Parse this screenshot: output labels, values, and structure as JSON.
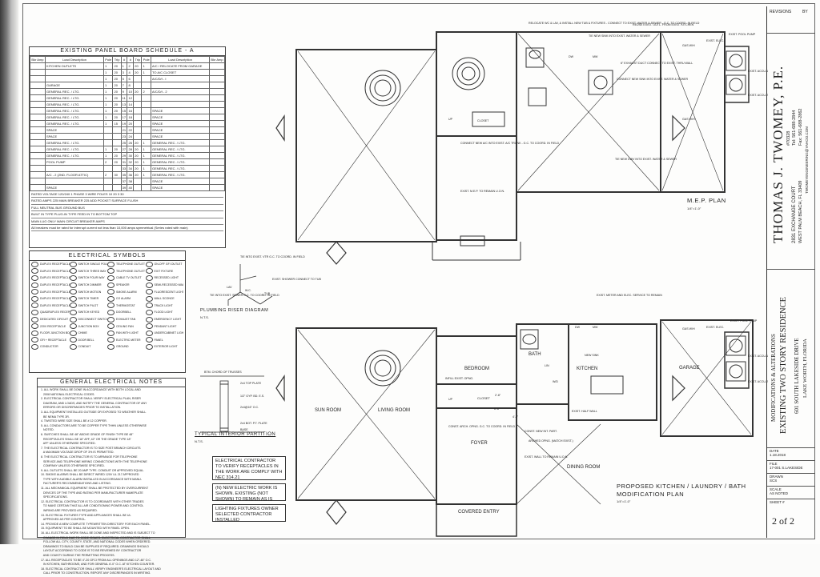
{
  "panel": {
    "title": "EXISTING PANEL BOARD SCHEDULE - A",
    "headers": [
      "Bkr Amp",
      "Load Description",
      "Pole",
      "Trip",
      "#",
      "#",
      "Trip",
      "Pole",
      "Load Description",
      "Bkr Amp"
    ],
    "rows": [
      [
        "",
        "KITCHEN OUTLETS",
        "1",
        "20",
        "1",
        "2",
        "20",
        "1",
        "A/C / RELOCATE FROM GARAGE",
        ""
      ],
      [
        "",
        "",
        "1",
        "20",
        "3",
        "4",
        "20",
        "1",
        "TO A/C CLOSET",
        ""
      ],
      [
        "",
        "",
        "1",
        "20",
        "5",
        "6",
        "",
        "",
        "A/C/D/I - I",
        ""
      ],
      [
        "",
        "GARAGE",
        "1",
        "20",
        "7",
        "8",
        "",
        "",
        "",
        ""
      ],
      [
        "",
        "GENERAL REC. / LTG.",
        "1",
        "20",
        "9",
        "10",
        "20",
        "2",
        "A/C/D/I - 2",
        ""
      ],
      [
        "",
        "GENERAL REC. / LTG.",
        "1",
        "20",
        "11",
        "12",
        "",
        "",
        "",
        ""
      ],
      [
        "",
        "GENERAL REC. / LTG.",
        "1",
        "20",
        "13",
        "14",
        "",
        "",
        "",
        ""
      ],
      [
        "",
        "GENERAL REC. / LTG.",
        "1",
        "20",
        "15",
        "16",
        "",
        "",
        "SPACE",
        ""
      ],
      [
        "",
        "GENERAL REC. / LTG.",
        "1",
        "20",
        "17",
        "18",
        "",
        "",
        "SPACE",
        ""
      ],
      [
        "",
        "GENERAL REC. / LTG.",
        "1",
        "15",
        "19",
        "20",
        "",
        "",
        "SPACE",
        ""
      ],
      [
        "",
        "SPACE",
        "",
        "",
        "21",
        "22",
        "",
        "",
        "SPACE",
        ""
      ],
      [
        "",
        "SPACE",
        "",
        "",
        "23",
        "24",
        "",
        "",
        "SPACE",
        ""
      ],
      [
        "",
        "GENERAL REC. / LTG.",
        "",
        "",
        "25",
        "26",
        "20",
        "1",
        "GENERAL REC. / LTG.",
        ""
      ],
      [
        "",
        "GENERAL REC. / LTG.",
        "1",
        "20",
        "27",
        "28",
        "20",
        "1",
        "GENERAL REC. / LTG.",
        ""
      ],
      [
        "",
        "GENERAL REC. / LTG.",
        "1",
        "20",
        "29",
        "30",
        "20",
        "1",
        "GENERAL REC. / LTG.",
        ""
      ],
      [
        "",
        "POOL PUMP",
        "2",
        "20",
        "31",
        "32",
        "20",
        "1",
        "GENERAL REC. / LTG.",
        ""
      ],
      [
        "",
        "",
        "",
        "",
        "33",
        "34",
        "20",
        "1",
        "GENERAL REC. / LTG.",
        ""
      ],
      [
        "",
        "A/C - 2 (2ND. FLOOR ATTIC)",
        "2",
        "30",
        "35",
        "36",
        "20",
        "1",
        "GENERAL REC. / LTG.",
        ""
      ],
      [
        "",
        "",
        "",
        "",
        "37",
        "38",
        "",
        "",
        "SPACE",
        ""
      ],
      [
        "",
        "SPACE",
        "",
        "",
        "39",
        "40",
        "",
        "",
        "SPACE",
        ""
      ]
    ],
    "footer": [
      "RATED VOLTAGE  120/240   1 PHASE  3 WIRE   POLES  10  20  3  30",
      "RATED AMPS  225  MAIN BREAKER  225   ADD POCKET  SURFACE  FLUSH",
      "FULL NEUTRAL BUS   GROUND BUS",
      "BUILT IN TYPE   PLUG-IN TYPE   FEED IN TO   BOTTOM   TOP",
      "MAIN LUG ONLY   MAIN CIRCUIT BREAKER   AMPS",
      "All breakers must be rated for interrupt current not less than 10,000 amps symmetrical (Series rated with main)"
    ]
  },
  "symbols": {
    "title": "ELECTRICAL SYMBOLS",
    "items": [
      "DUPLEX RECEPTACLE",
      "SWITCH SINGLE POLE",
      "TELEPHONE OUTLET",
      "ON-OFF GFI OUTLET",
      "DUPLEX RECEPTACLE SPLIT WIRED",
      "SWITCH THREE WAY",
      "TELEPHONE OUTLET WALL",
      "EXIT FIXTURE",
      "DUPLEX RECEPTACLE GFI",
      "SWITCH FOUR WAY",
      "CABLE TV OUTLET",
      "RECESSED LIGHT",
      "DUPLEX RECEPTACLE AFCI",
      "SWITCH DIMMER",
      "SPEAKER",
      "SEMI-RECESSED WALL FIXTURE",
      "DUPLEX RECEPTACLE WEATHERPROOF",
      "SWITCH MOTION",
      "SMOKE ALARM",
      "FLUORESCENT LIGHT",
      "DUPLEX RECEPTACLE FLOOR",
      "SWITCH TIMER",
      "CO ALARM",
      "WALL SCONCE",
      "DUPLEX RECEPTACLE COUNTER",
      "SWITCH PILOT",
      "THERMOSTAT",
      "TRACK LIGHT",
      "QUADRUPLEX RECEPTACLE",
      "SWITCH KEYED",
      "DOORBELL",
      "FLOOD LIGHT",
      "DEDICATED CIRCUIT",
      "DISCONNECT SWITCH",
      "EXHAUST FAN",
      "EMERGENCY LIGHT",
      "220V RECEPTACLE",
      "JUNCTION BOX",
      "CEILING FAN",
      "PENDANT LIGHT",
      "FLOOR JUNCTION BOX",
      "CHIME",
      "FAN WITH LIGHT",
      "UNDERCABINET LIGHT",
      "GFI + RECEPTACLE",
      "DOOR BELL",
      "ELECTRIC METER",
      "PANEL",
      "CONDUCTOR",
      "CONDUIT",
      "GROUND",
      "EXTERIOR LIGHT"
    ]
  },
  "notes": {
    "title": "GENERAL ELECTRICAL NOTES",
    "lines": [
      "1. ALL WORK SHALL BE DONE IN ACCORDANCE WITH BOTH LOCAL AND",
      "   2008 NATIONAL ELECTRICAL CODES.",
      "2. ELECTRICAL CONTRACTOR SHALL VERIFY ELECTRICAL PLAN, RISER",
      "   DIAGRAM, AND LOADS, AND NOTIFY THE GENERAL CONTRACTOR OF ANY",
      "   ERRORS OR DISCREPANCIES PRIOR TO INSTALLATION.",
      "3. ALL EQUIPMENT INSTALLED OUTSIDE OR EXPOSED TO WEATHER SHALL",
      "   BE NEMA TYPE 3R.",
      "4. TWISTED WIRE SIZE SHALL BE # 12 COPPER.",
      "5. ALL CONDUCTORS ARE TO BE COPPER TYPE THHN UNLESS OTHERWISE",
      "   NOTED.",
      "6. SWITCHES SHALL BE 48\" ABOVE GRADE OF FINISH TYPE BE 48\"",
      "   RECEPTACLES SHALL BE 18\" AFF, 42\" OR THE GRADE TYPE 18\"",
      "   AFF UNLESS OTHERWISE SPECIFIED.",
      "7. THE ELECTRICAL CONTRACTOR IS TO SIZE POST BRANCH CIRCUITS",
      "   A MAXIMUM VOLTAGE DROP OF 3% IS PERMITTED.",
      "8. THE ELECTRICAL CONTRACTOR IS TO ARRANGE FOR TELEPHONE",
      "   SERVICE AND TELEPHONE WIRING CONNECTIONS WITH THE TELEPHONE",
      "   COMPANY UNLESS OTHERWISE SPECIFIED.",
      "9. ALL OUTLETS SHALL BE 20 AMP TYPE. CONDUIT OR APPROVED EQUAL.",
      "10. SMOKE ALARMS SHALL BE DIRECT WIRED 120V UL 217 APPROVED",
      "   TYPE WITH AUDIBLE ALARM INSTALLED IN ACCORDANCE WITH MANU-",
      "   FACTURER'S RECOMMENDATIONS AND LISTING.",
      "11. ALL MECHANICAL EQUIPMENT SHALL BE PROTECTED BY OVERCURRENT",
      "   DEVICES OF THE TYPE AND RATING PER MANUFACTURER NAMEPLATE",
      "   SPECIFICATIONS.",
      "12. ELECTRICAL CONTRACTOR IS TO COORDINATE WITH OTHER TRADES",
      "   TO MAKE CERTAIN THAT ALL AIR CONDITIONING POWER AND CONTROL",
      "   WIRING ARE PROVIDED AS REQUIRED.",
      "13. ELECTRICAL FIXTURES TYPE AND APPLIANCES SHALL BE UL",
      "   APPROVED AS PER CONTROL.",
      "14. PROVIDE A NEW COMPLETE TYPEWRITTEN DIRECTORY FOR EACH PANEL.",
      "15. EQUIPMENT TO BE SHALL BE MOUNTED WITH PANEL OPEN.",
      "16. ALL ELECTRICAL WORK SHALL BE DONE AND INSPECTED AND IS SUBJECT TO",
      "   CHANGE IN FIELD DUE TO CODE ISSUES. ELECTRICAL CONTRACTOR SHALL",
      "   FOLLOW ALL CITY, COUNTY, STATE, AND NATIONAL CODES WHEN ORDERED.",
      "   DRAWINGS TO BUILD CAN BE SUPPLIED IF REQUIRED. DRAWINGS SHOULD",
      "   LAYOUT ACCORDING TO CODE IS TO BE REVIEWED BY CONTRACTOR",
      "   AND COUNTY DURING THE PERMITTING PROCESS.",
      "17. ALL RECEPTACLES TO BE 4\"-20 GFCI FROM ALL OPENINGS AND 12\"-48\" O.C.",
      "   IN KITCHEN, BATHROOMS, AND FOR GENERAL 6'-0\" O.C. AT KITCHEN COUNTER.",
      "18. ELECTRICAL CONTRACTOR SHALL VERIFY ENGINEER'S ELECTRICAL LAYOUT AND",
      "   CALL PRIOR TO CONSTRUCTION. REPORT ANY DISCREPANCIES IN WRITING."
    ]
  },
  "riser": {
    "title": "PLUMBING RISER DIAGRAM",
    "scale": "N.T.S.",
    "labels": [
      "TIE INTO EXIST. VTR G.C. TO COORD. IN FIELD",
      "EXIST. SHOWER CONNECT TO TUB",
      "TIE INTO EXIST. SEWER G.C. TO COORD. IN FIELD",
      "LAV",
      "W.C.",
      "TUB"
    ]
  },
  "partition": {
    "title": "TYPICAL INTERIOR PARTITION",
    "scale": "N.T.S.",
    "labels": [
      "BTM. CHORD OF TRUSSES",
      "2x4 TOP PLATE",
      "1/2\" GYP. BD. E.S.",
      "2x4@16\" O.C.",
      "2x4 BOT. P.T. PLATE",
      "BASE"
    ]
  },
  "mep": {
    "title": "M.E.P. PLAN",
    "scale": "1/4\"=1'-0\"",
    "labels": [
      "RELOCATE WC & LAV, & INSTALL NEW TUB & FIXTURES - CONNECT TO EXIST. WATER & SEWER - G.C. TO COORD. IN FIELD",
      "TIE NEW SINK INTO EXIST. WATER & SEWER",
      "REUSE EXIST. OUTL. FROM EXIST. KITCHEN",
      "6\" EXHAUST DUCT CONNECT TO EXIST. THRU WALL",
      "CONNECT NEW SINK INTO EXIST. WATER & SEWER",
      "CONNECT NEW A/C INTO EXIST. A/C TRUNK - G.C. TO COORD. IN FIELD",
      "TIE NEW DWV INTO EXIST. WATER & SEWER",
      "EXIST. M.E.P. TO REMAIN U.O.N.",
      "CLOSET",
      "UP",
      "DW",
      "MW",
      "EXIST. POOL PUMP",
      "EXIST. ELEC.",
      "EXIST. ACCU-1",
      "EXIST. ACCU-2",
      "GAS W/H",
      "GAS W/H"
    ]
  },
  "proposed": {
    "title": "PROPOSED KITCHEN / LAUNDRY / BATH",
    "title2": "MODIFICATION PLAN",
    "scale": "1/4\"=1'-0\"",
    "rooms": {
      "bedroom": "BEDROOM",
      "bath": "BATH",
      "kitchen": "KITCHEN",
      "garage": "GARAGE",
      "sun_room": "SUN ROOM",
      "living_room": "LIVING ROOM",
      "foyer": "FOYER",
      "dining_room": "DINING ROOM",
      "covered_entry": "COVERED ENTRY",
      "closet": "CLOSET"
    },
    "labels": [
      "INFILL EXIST. OPNG.",
      "CONST. ARCH. OPNG. G.C. TO COORD. IN FIELD",
      "CONST. NEW INT. PART.",
      "ARCHED OPNG. (MATCH EXIST.)",
      "EXIST. WALL TO REMAIN U.O.N.",
      "EXIST. METER AND ELEC. SERVICE TO REMAIN",
      "EXIST. POOL PUMP",
      "EXIST. ELEC.",
      "EXIST. ACCU-1",
      "EXIST. ACCU-2",
      "GAS W/H",
      "NEW SINK",
      "DW",
      "MW",
      "W/D",
      "LIN",
      "UP",
      "EXIST. HALF WALL",
      "2'-8\"",
      "4'-4\"",
      "6'-6\""
    ]
  },
  "ec_note": "ELECTRICAL CONTRACTOR TO VERIFY RECEPTACLES IN THE WORK ARE COMPLY WITH NEC 314.21",
  "new_note": "(N) NEW ELECTRIC WORK IS SHOWN. EXISTING (NOT SHOWN) TO REMAIN AS IS",
  "lighting_note": "LIGHTING FIXTURES OWNER SELECTED CONTRACTOR INSTALLED",
  "title_block": {
    "revisions": "REVISIONS",
    "by": "BY",
    "engineer": "THOMAS J. TWOMEY, P.E.",
    "license": "#70328",
    "address": "2831 EXCHANGE COURT",
    "city": "WEST PALM BEACH, FL 33409",
    "tel": "Tel: 561-688-2844",
    "fax": "Fax: 561-688-2862",
    "email": "TWOMEYENGINEERING@YAHOO.COM",
    "project_type": "MODIFICATIONS & ALTERATIONS",
    "project": "EXISTING TWO STORY RESIDENCE",
    "site": "601 SOUTH LAKESIDE DRIVE",
    "site_city": "LAKE WORTH, FLORIDA",
    "date_label": "DATE",
    "date": "1.18.2018",
    "file_label": "FILE",
    "file": "17-001 S.LAKESIDE",
    "drawn_label": "DRAWN",
    "drawn": "SCS",
    "scale_label": "SCALE",
    "scale": "AS NOTED",
    "sheet_label": "SHEET #",
    "sheet": "2 of 2"
  }
}
